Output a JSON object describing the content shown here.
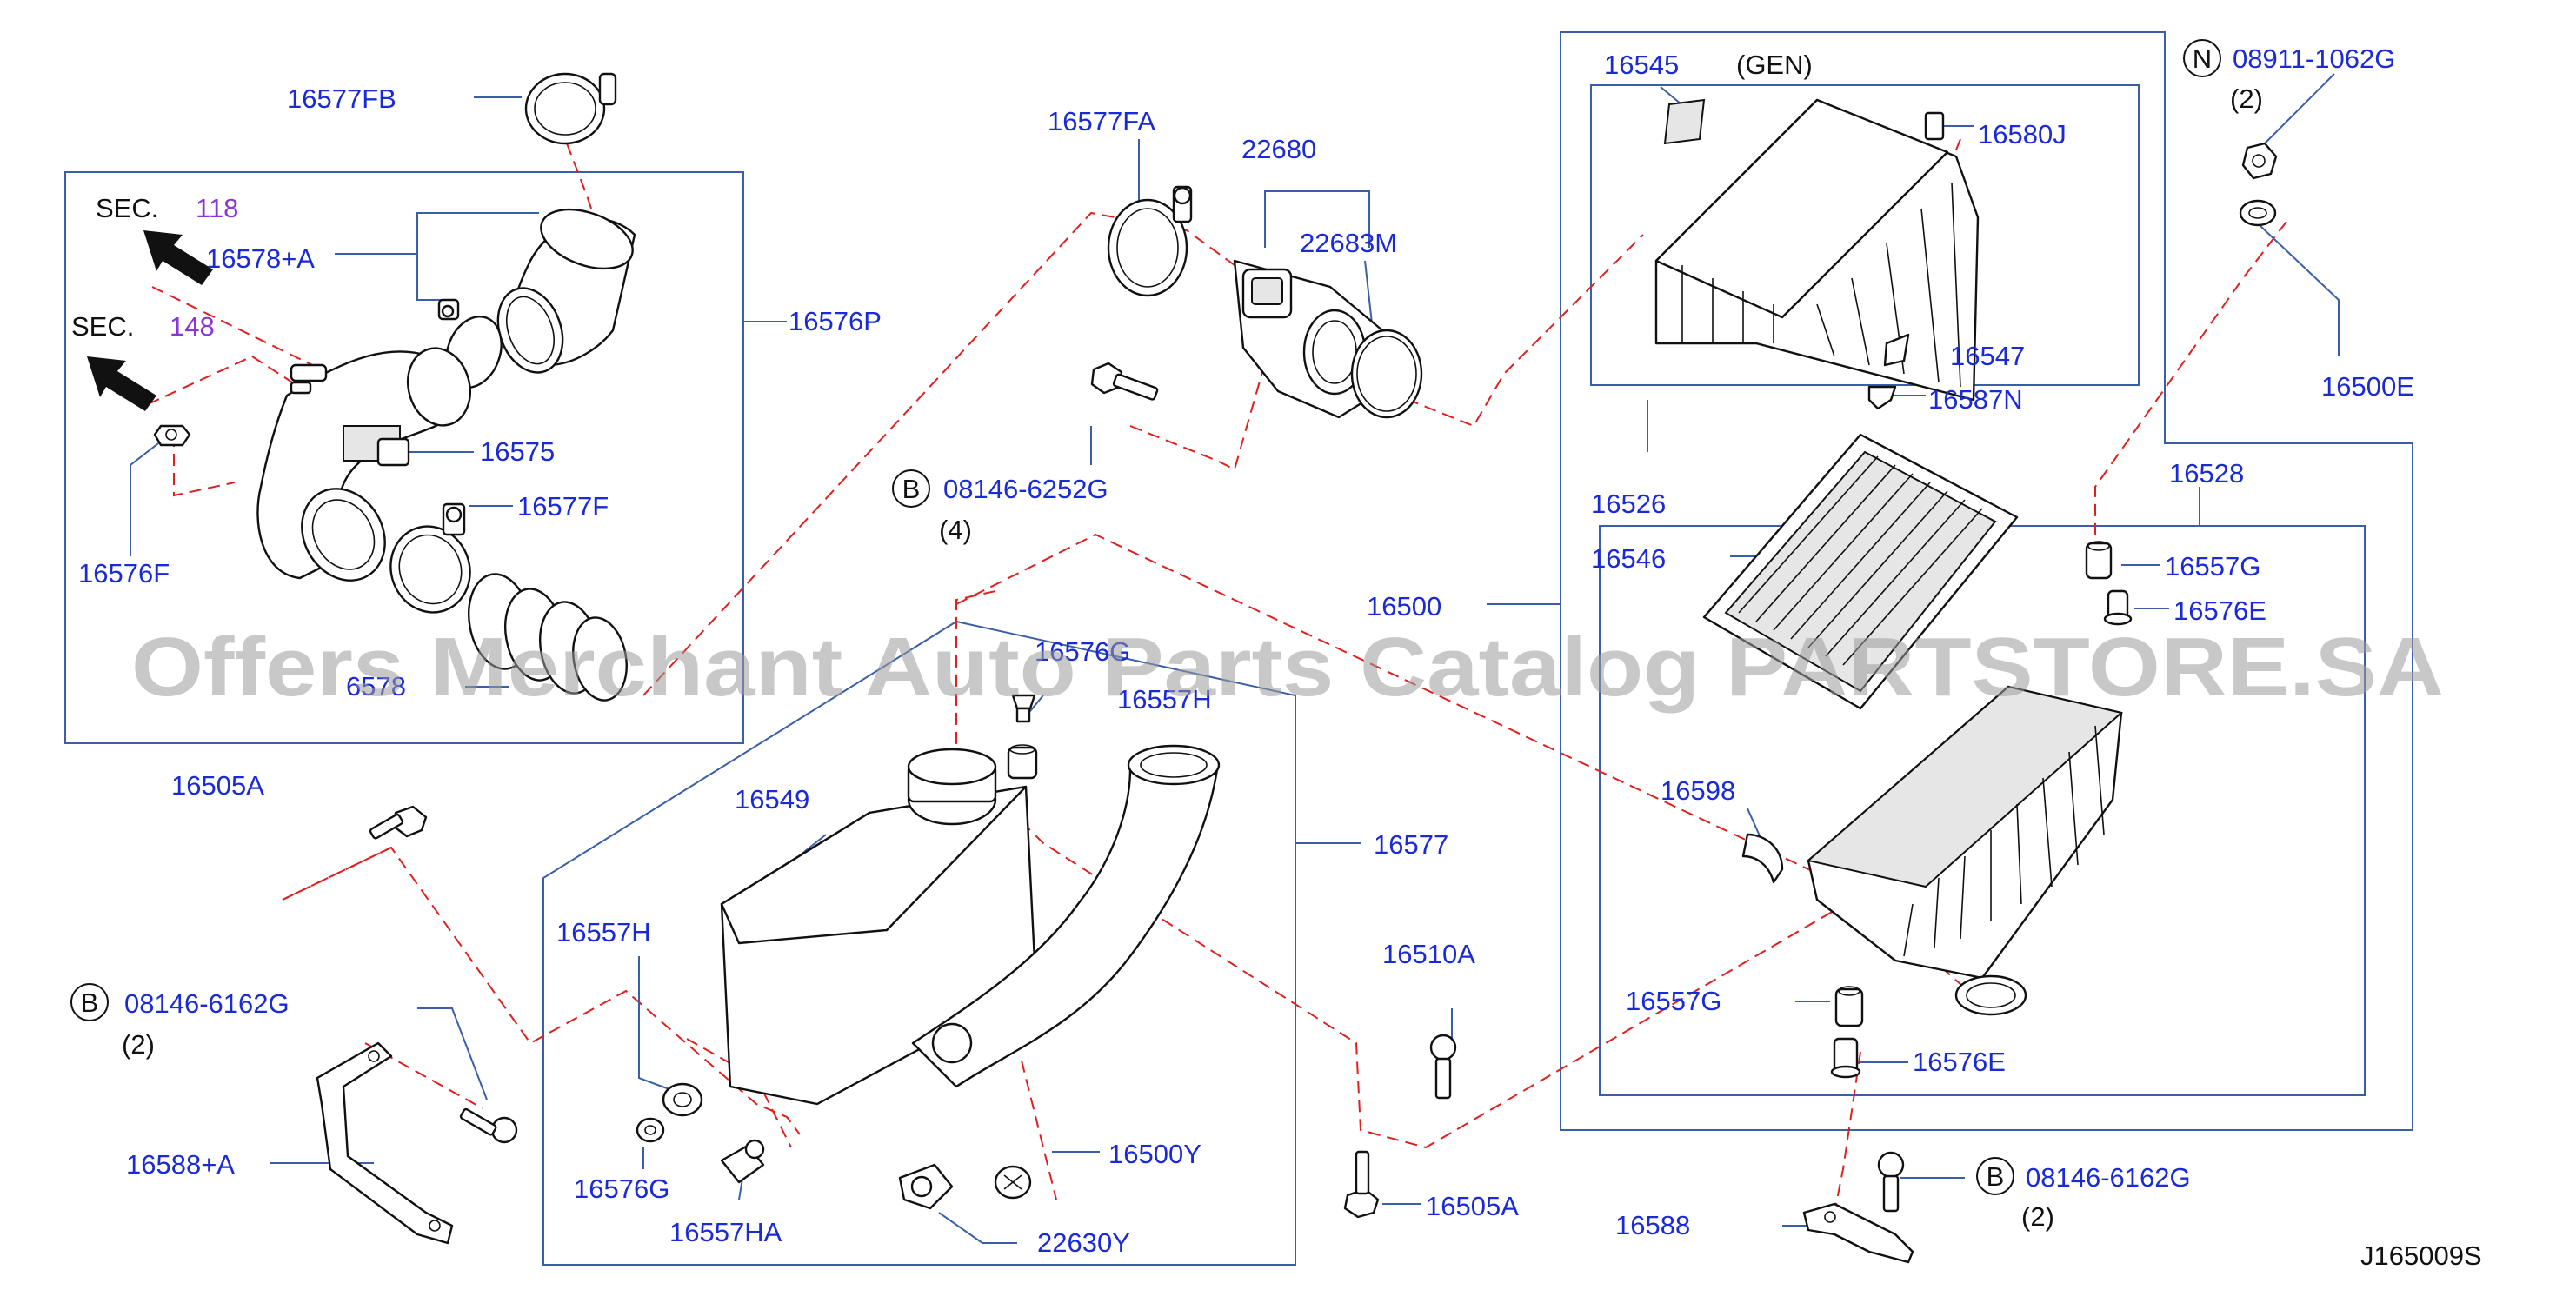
{
  "diagram": {
    "code": "J165009S",
    "watermark": "Offers Merchant Auto Parts Catalog PARTSTORE.SA"
  },
  "sections": {
    "sec118": {
      "prefix": "SEC.",
      "number": "118"
    },
    "sec148": {
      "prefix": "SEC.",
      "number": "148"
    }
  },
  "markers": {
    "b": "B",
    "n": "N"
  },
  "labels": {
    "p16577FB": "16577FB",
    "p16578A": "16578+A",
    "p16576P": "16576P",
    "p16575": "16575",
    "p16577F": "16577F",
    "p16576F": "16576F",
    "p16578": "6578",
    "p16577FA": "16577FA",
    "p22680": "22680",
    "p22683M": "22683M",
    "p08146_6252G": "08146-6252G",
    "q4": "(4)",
    "p16545": "16545",
    "gen": "(GEN)",
    "p16580J": "16580J",
    "p16547": "16547",
    "p16587N": "16587N",
    "p08911_1062G": "08911-1062G",
    "q2a": "(2)",
    "p16500E": "16500E",
    "p16526": "16526",
    "p16528": "16528",
    "p16546": "16546",
    "p16557G_a": "16557G",
    "p16576E_a": "16576E",
    "p16500": "16500",
    "p16598": "16598",
    "p16557G_b": "16557G",
    "p16576E_b": "16576E",
    "p16576G_a": "16576G",
    "p16557H_a": "16557H",
    "p16549": "16549",
    "p16577": "16577",
    "p16557H_b": "16557H",
    "p16576G_b": "16576G",
    "p16557HA": "16557HA",
    "p16500Y": "16500Y",
    "p22630Y": "22630Y",
    "p16505A_a": "16505A",
    "p08146_6162G_a": "08146-6162G",
    "q2b": "(2)",
    "p16588A": "16588+A",
    "p16510A": "16510A",
    "p16505A_b": "16505A",
    "p16588": "16588",
    "p08146_6162G_b": "08146-6162G",
    "q2c": "(2)"
  },
  "colors": {
    "label_blue": "#1a2ad6",
    "section_purple": "#8a35d6",
    "frame_blue": "#3a5fa8",
    "dash_red": "#e01f1f",
    "watermark_gray": "#9a9a9a"
  }
}
